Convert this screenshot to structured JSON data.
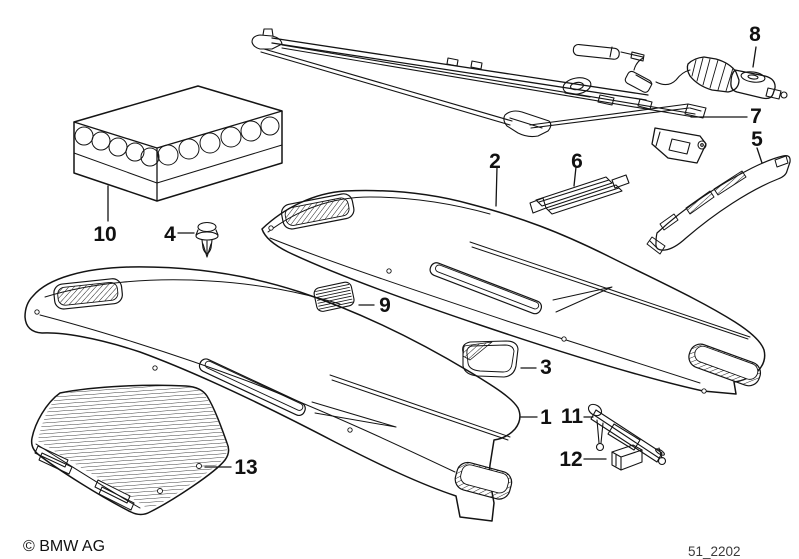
{
  "part_labels": [
    {
      "number": "1"
    },
    {
      "number": "2"
    },
    {
      "number": "3"
    },
    {
      "number": "4"
    },
    {
      "number": "5"
    },
    {
      "number": "6"
    },
    {
      "number": "7"
    },
    {
      "number": "8"
    },
    {
      "number": "9"
    },
    {
      "number": "10"
    },
    {
      "number": "11"
    },
    {
      "number": "12"
    },
    {
      "number": "13"
    }
  ],
  "footer": {
    "copyright": "© BMW AG",
    "diagram_code": "51_2202"
  },
  "colors": {
    "background": "#ffffff",
    "line": "#141414",
    "code_text": "#3a3a3a"
  }
}
